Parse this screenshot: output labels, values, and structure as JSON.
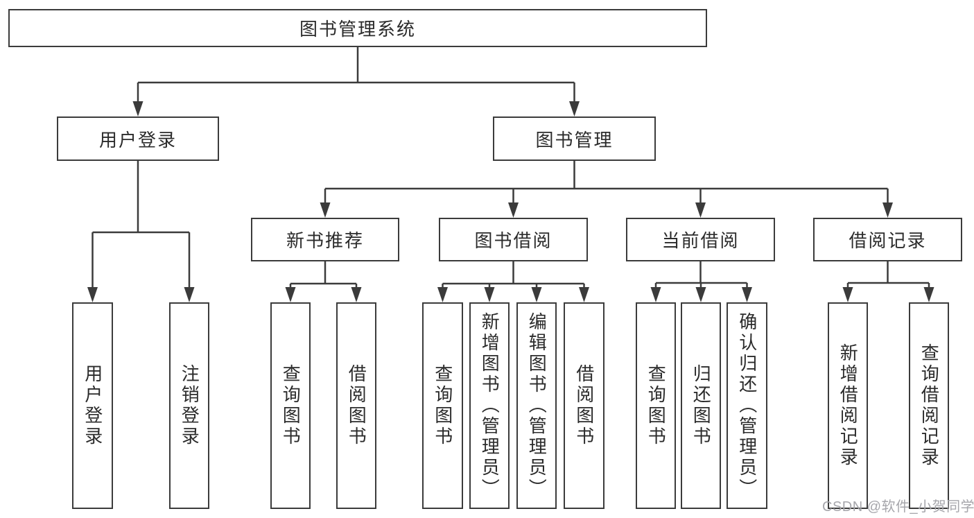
{
  "tree": {
    "root": {
      "label": "图书管理系统"
    },
    "branches": [
      {
        "label": "用户登录",
        "children": [
          {
            "label": "用户登录"
          },
          {
            "label": "注销登录"
          }
        ]
      },
      {
        "label": "图书管理",
        "children": [
          {
            "label": "新书推荐",
            "children": [
              {
                "label": "查询图书"
              },
              {
                "label": "借阅图书"
              }
            ]
          },
          {
            "label": "图书借阅",
            "children": [
              {
                "label": "查询图书"
              },
              {
                "label": "新增图书（管理员）"
              },
              {
                "label": "编辑图书（管理员）"
              },
              {
                "label": "借阅图书"
              }
            ]
          },
          {
            "label": "当前借阅",
            "children": [
              {
                "label": "查询图书"
              },
              {
                "label": "归还图书"
              },
              {
                "label": "确认归还（管理员）"
              }
            ]
          },
          {
            "label": "借阅记录",
            "children": [
              {
                "label": "新增借阅记录"
              },
              {
                "label": "查询借阅记录"
              }
            ]
          }
        ]
      }
    ]
  },
  "watermark": "CSDN @软件_小贺同学",
  "colors": {
    "line": "#3b3b3b",
    "box_border": "#3b3b3b",
    "text": "#2b2b2b",
    "watermark": "#a6a6ab",
    "background": "#ffffff"
  }
}
